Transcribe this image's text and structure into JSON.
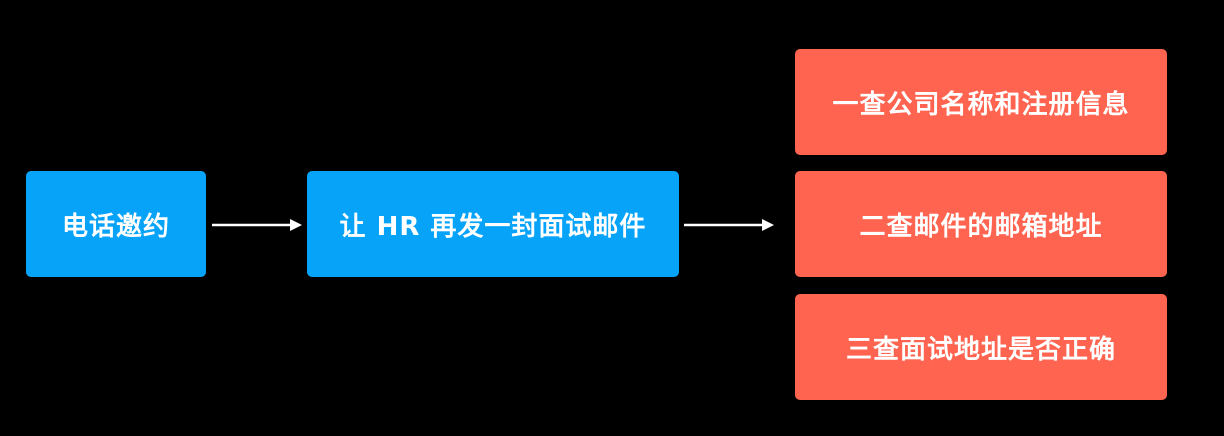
{
  "diagram": {
    "step1": {
      "label": "电话邀约",
      "color": "#06a3f9"
    },
    "step2": {
      "label": "让 HR 再发一封面试邮件",
      "color": "#06a3f9"
    },
    "checks": [
      {
        "label": "一查公司名称和注册信息",
        "color": "#ff6450"
      },
      {
        "label": "二查邮件的邮箱地址",
        "color": "#ff6450"
      },
      {
        "label": "三查面试地址是否正确",
        "color": "#ff6450"
      }
    ],
    "background": "#000000",
    "arrow_color": "#ffffff"
  }
}
